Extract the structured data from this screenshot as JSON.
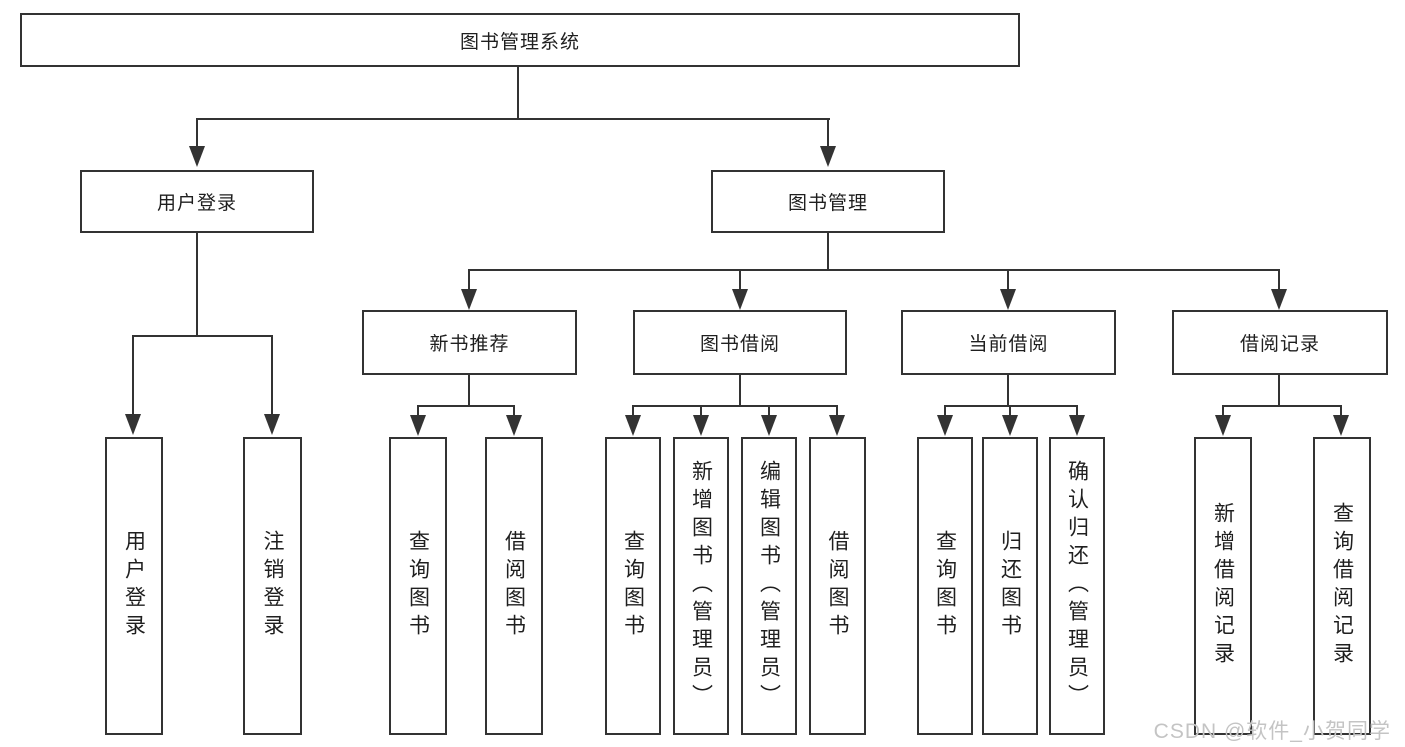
{
  "diagram_title": "图书管理系统",
  "colors": {
    "line": "#333333",
    "box_border": "#333333",
    "text": "#1f1f1f",
    "watermark": "#c4c4c4",
    "background": "#ffffff"
  },
  "tree": {
    "label": "图书管理系统",
    "children": [
      {
        "label": "用户登录",
        "children": [
          {
            "label": "用户登录"
          },
          {
            "label": "注销登录"
          }
        ]
      },
      {
        "label": "图书管理",
        "children": [
          {
            "label": "新书推荐",
            "children": [
              {
                "label": "查询图书"
              },
              {
                "label": "借阅图书"
              }
            ]
          },
          {
            "label": "图书借阅",
            "children": [
              {
                "label": "查询图书"
              },
              {
                "label": "新增图书（管理员）"
              },
              {
                "label": "编辑图书（管理员）"
              },
              {
                "label": "借阅图书"
              }
            ]
          },
          {
            "label": "当前借阅",
            "children": [
              {
                "label": "查询图书"
              },
              {
                "label": "归还图书"
              },
              {
                "label": "确认归还（管理员）"
              }
            ]
          },
          {
            "label": "借阅记录",
            "children": [
              {
                "label": "新增借阅记录"
              },
              {
                "label": "查询借阅记录"
              }
            ]
          }
        ]
      }
    ]
  },
  "watermark": {
    "text": "CSDN @软件_小贺同学"
  }
}
